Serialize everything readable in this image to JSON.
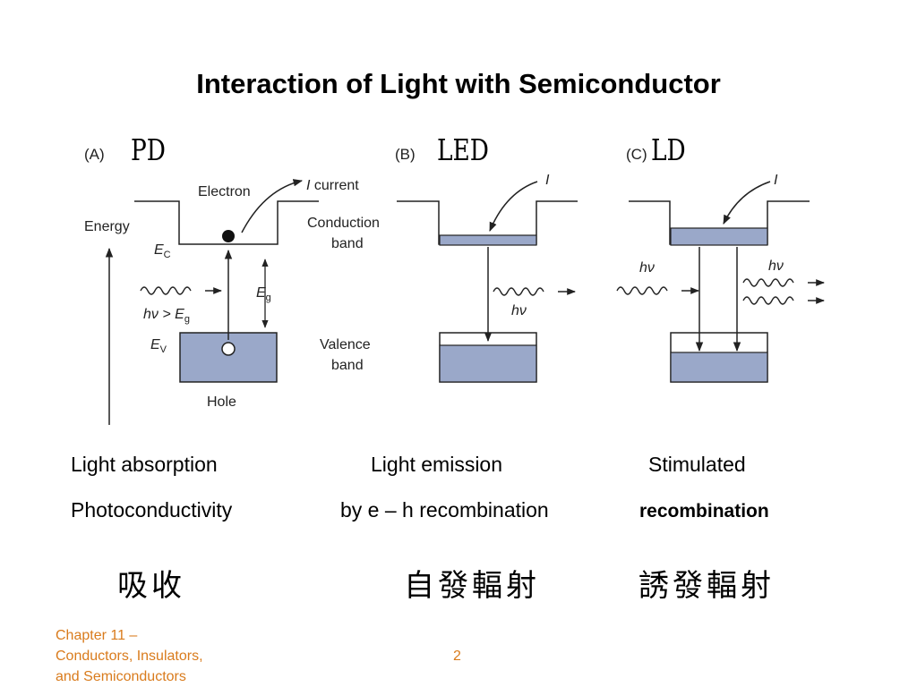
{
  "title": "Interaction of Light with Semiconductor",
  "panels": [
    {
      "letter": "(A)",
      "name": "PD"
    },
    {
      "letter": "(B)",
      "name": "LED"
    },
    {
      "letter": "(C)",
      "name": "LD"
    }
  ],
  "diagram_labels": {
    "electron": "Electron",
    "current_i": "I",
    "current_word": " current",
    "energy": "Energy",
    "ec_main": "E",
    "ec_sub": "C",
    "eg_main": "E",
    "eg_sub": "g",
    "hv_ineq": "hν > E",
    "hv_ineq_sub": "g",
    "ev_main": "E",
    "ev_sub": "V",
    "hole": "Hole",
    "conduction_band": [
      "Conduction",
      "band"
    ],
    "valence_band": [
      "Valence",
      "band"
    ],
    "hv": "hν",
    "i": "I"
  },
  "captions": {
    "a_line1": "Light absorption",
    "a_line2": "Photoconductivity",
    "b_line1": "Light emission",
    "b_line2": "by e – h recombination",
    "c_line1": "Stimulated",
    "c_line2": "recombination"
  },
  "chinese": {
    "a": "吸收",
    "b": "自發輻射",
    "c": "誘發輻射"
  },
  "footer": {
    "chapter": [
      "Chapter 11 –",
      "Conductors, Insulators,",
      "and Semiconductors"
    ],
    "page": "2"
  },
  "colors": {
    "band_fill": "#9aa8c9",
    "line": "#222222",
    "footer": "#d97b1c"
  }
}
